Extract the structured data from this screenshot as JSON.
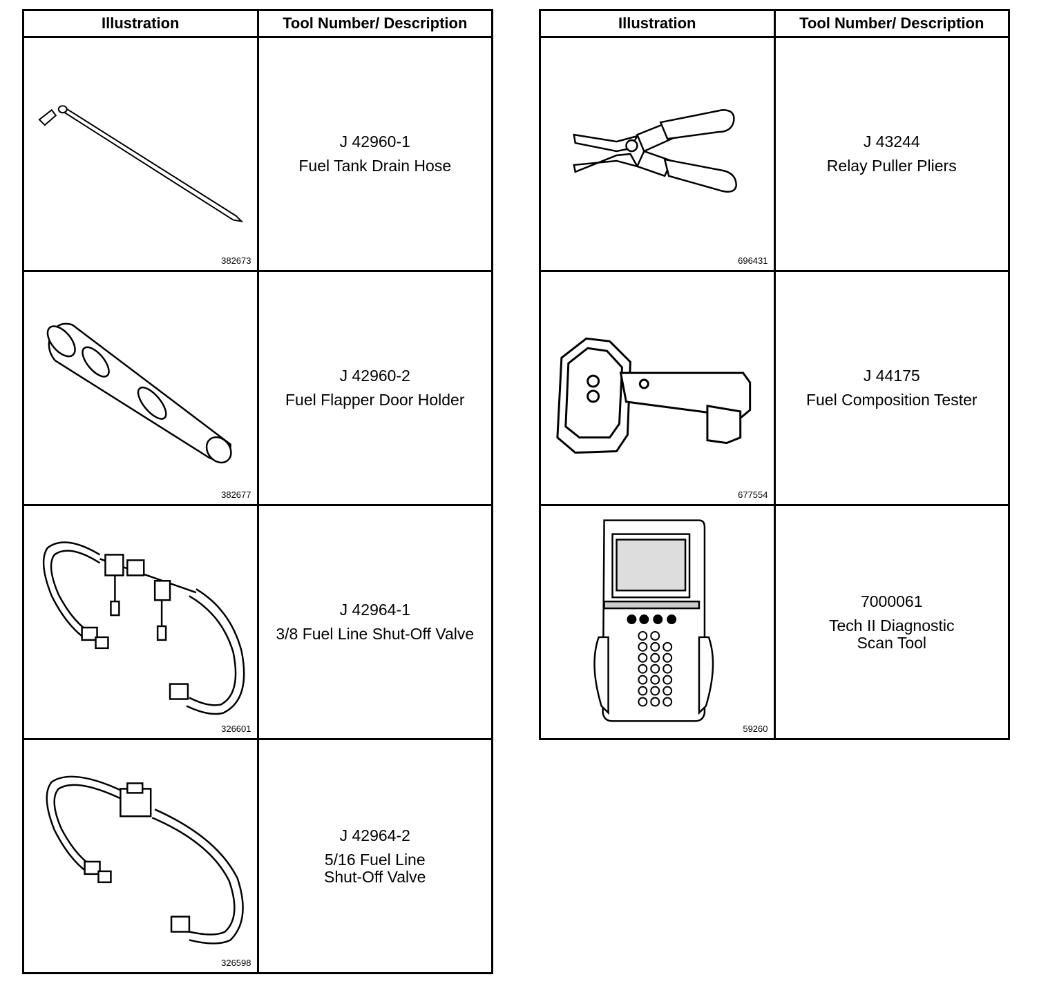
{
  "tables": [
    {
      "headers": {
        "illustration": "Illustration",
        "description": "Tool Number/ Description"
      },
      "rows": [
        {
          "figure": "382673",
          "icon": "drain-hose-icon",
          "number": "J 42960-1",
          "name": "Fuel Tank Drain Hose"
        },
        {
          "figure": "382677",
          "icon": "flapper-door-holder-icon",
          "number": "J 42960-2",
          "name": "Fuel Flapper Door Holder"
        },
        {
          "figure": "326601",
          "icon": "shutoff-valve-icon",
          "number": "J 42964-1",
          "name": "3/8 Fuel Line Shut-Off Valve"
        },
        {
          "figure": "326598",
          "icon": "shutoff-valve-icon",
          "number": "J 42964-2",
          "name": "5/16 Fuel Line\nShut-Off Valve"
        }
      ]
    },
    {
      "headers": {
        "illustration": "Illustration",
        "description": "Tool Number/ Description"
      },
      "rows": [
        {
          "figure": "696431",
          "icon": "relay-puller-pliers-icon",
          "number": "J 43244",
          "name": "Relay Puller Pliers"
        },
        {
          "figure": "677554",
          "icon": "composition-tester-icon",
          "number": "J 44175",
          "name": "Fuel Composition Tester"
        },
        {
          "figure": "59260",
          "icon": "scan-tool-icon",
          "number": "7000061",
          "name": "Tech II Diagnostic\nScan Tool"
        }
      ]
    }
  ]
}
